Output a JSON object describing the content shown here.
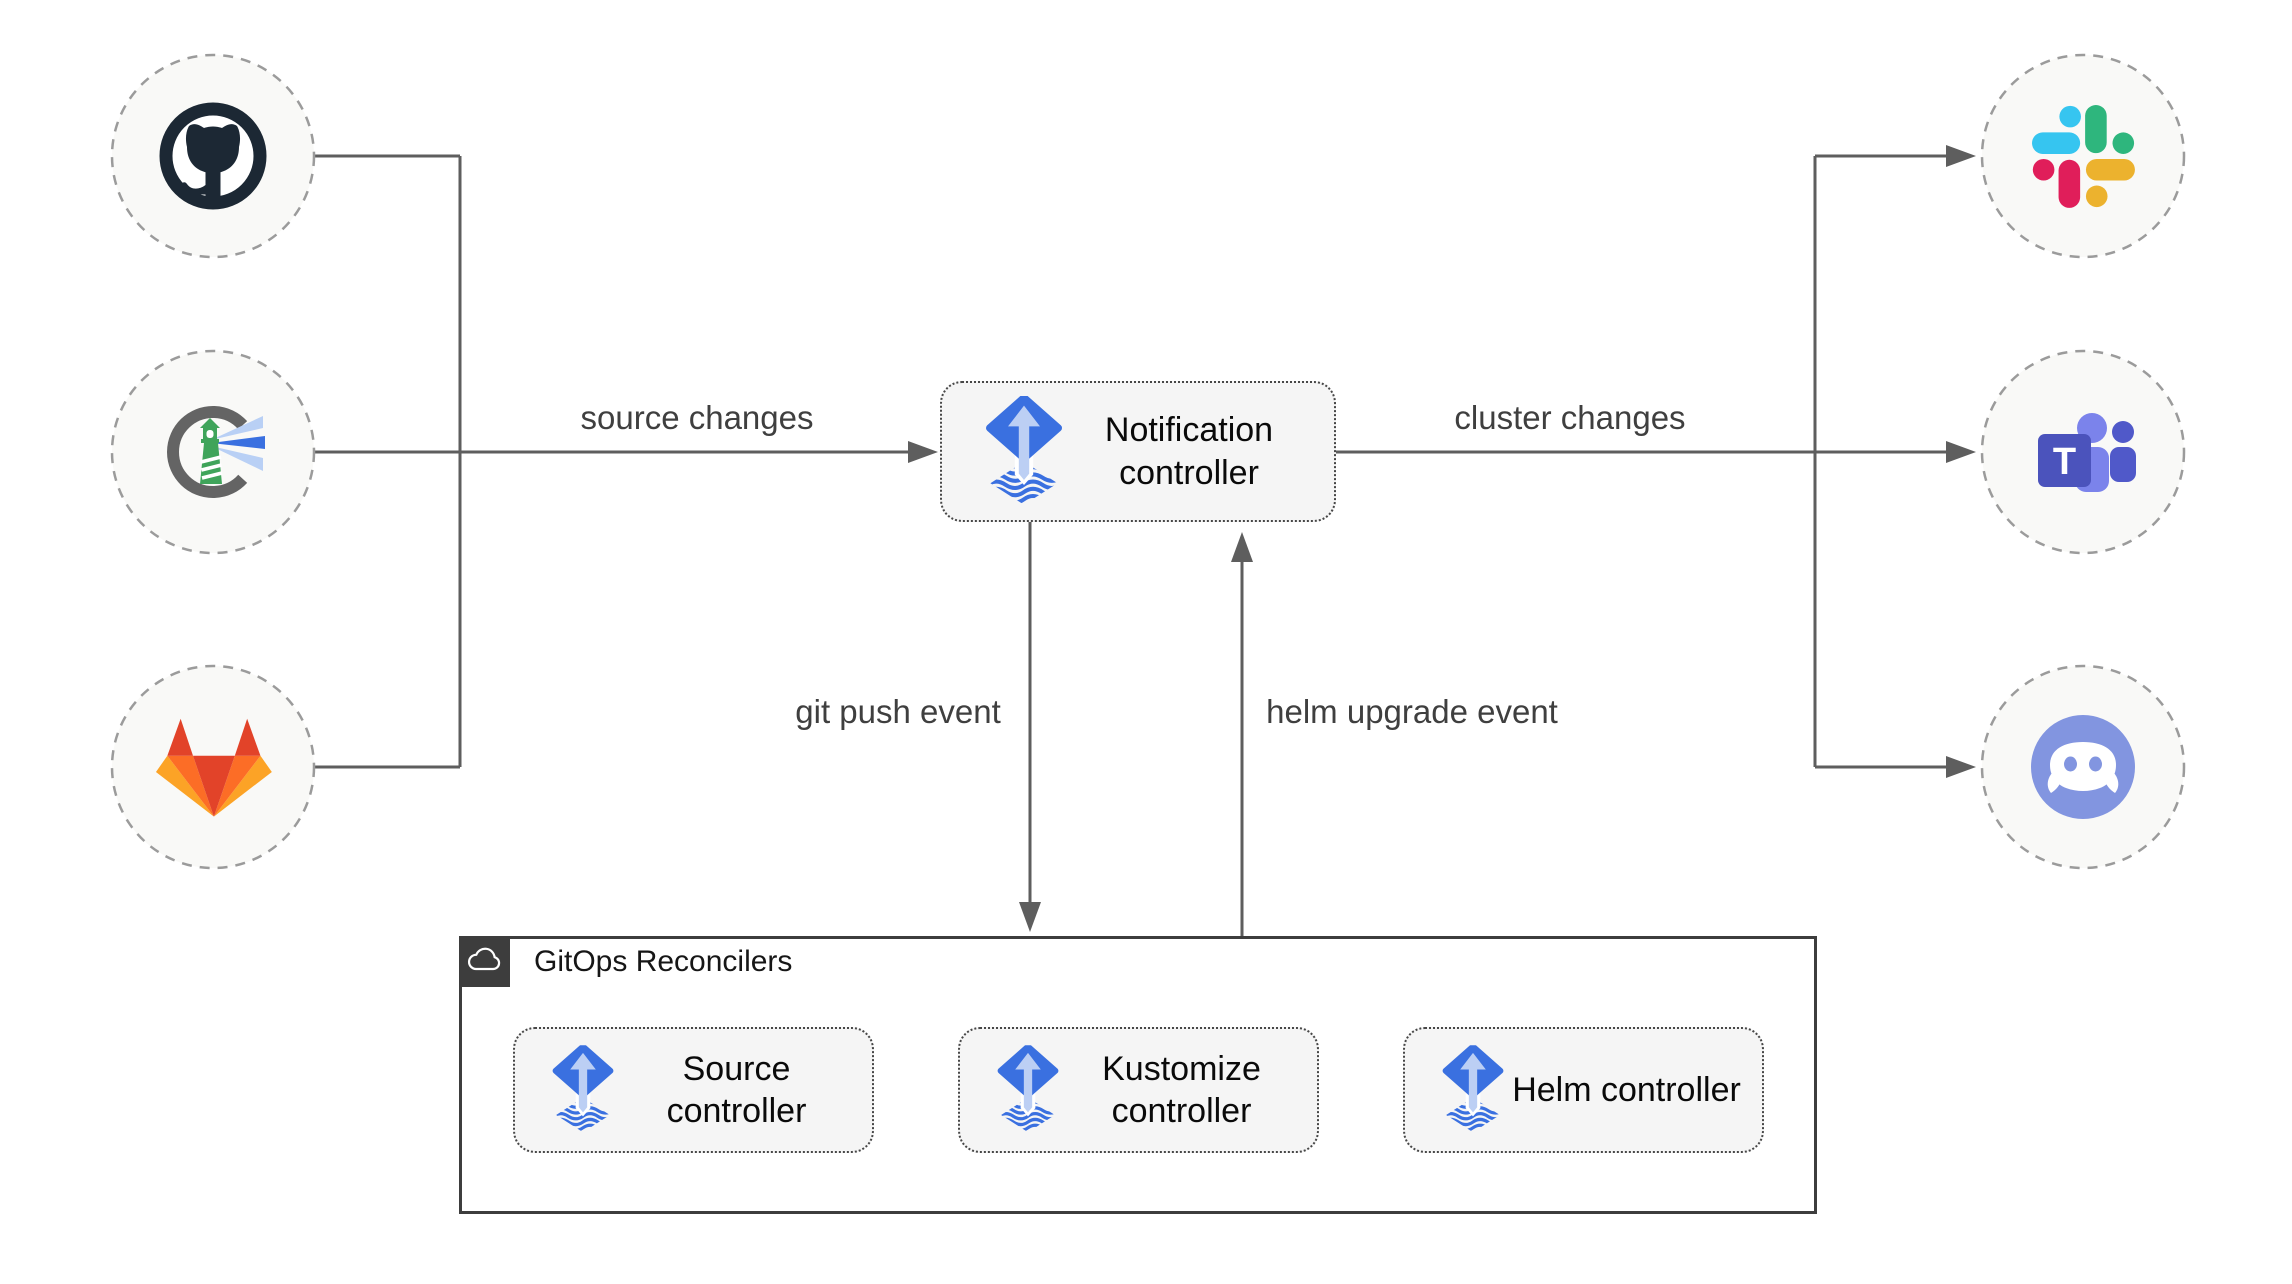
{
  "colors": {
    "line_color": "#5e5e5e",
    "circle_fill": "#f9f9f7",
    "circle_border": "#9b9b9b",
    "node_fill": "#f5f5f5",
    "node_border": "#474747",
    "node_text": "#0a0a0a",
    "edge_label_text": "#3f3f3f",
    "group_border": "#3d3d3d",
    "group_header_bg": "#3d3d3d",
    "flux_blue": "#3a70e0",
    "flux_light": "#bccff4",
    "github_dark": "#1c2834",
    "harbor_gray": "#646464",
    "harbor_green": "#3fa45a",
    "harbor_beam_light": "#b9d0f5",
    "gitlab_red": "#e24329",
    "gitlab_orange": "#fc6d26",
    "gitlab_yellow": "#fca326",
    "slack_blue": "#36c5f0",
    "slack_green": "#2eb67d",
    "slack_red": "#e01e5a",
    "slack_yellow": "#ecb22e",
    "teams_dark": "#4b53bc",
    "teams_mid": "#5059c9",
    "teams_light": "#7b83eb",
    "discord_blurple": "#8295e0"
  },
  "nodes": {
    "notification": "Notification controller",
    "source": "Source controller",
    "kustomize": "Kustomize controller",
    "helm": "Helm controller"
  },
  "edges": {
    "source_changes": "source changes",
    "cluster_changes": "cluster changes",
    "git_push_event": "git push event",
    "helm_upgrade_event": "helm upgrade event"
  },
  "group": {
    "title": "GitOps Reconcilers"
  },
  "endpoints": {
    "sources": [
      "github-icon",
      "harbor-icon",
      "gitlab-icon"
    ],
    "targets": [
      "slack-icon",
      "microsoft-teams-icon",
      "discord-icon"
    ]
  },
  "teams_logo_letter": "T"
}
